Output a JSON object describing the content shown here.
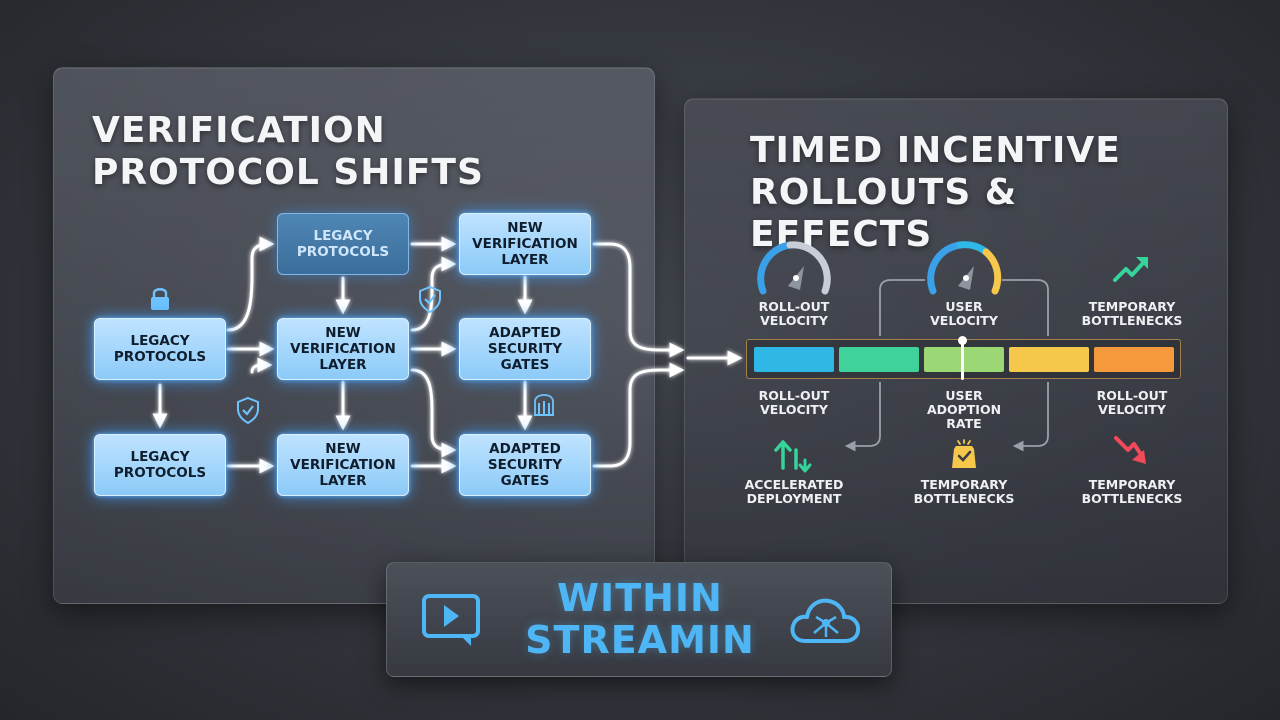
{
  "left": {
    "title": [
      "VERIFICATION",
      "PROTOCOL SHIFTS"
    ],
    "boxes": {
      "top_legacy": [
        "LEGACY",
        "PROTOCOLS"
      ],
      "top_new": [
        "NEW",
        "VERIFICATION",
        "LAYER"
      ],
      "mid_legacy": [
        "LEGACY",
        "PROTOCOLS"
      ],
      "mid_new": [
        "NEW",
        "VERIFICATION",
        "LAYER"
      ],
      "mid_gates": [
        "ADAPTED",
        "SECURITY",
        "GATES"
      ],
      "bot_legacy": [
        "LEGACY",
        "PROTOCOLS"
      ],
      "bot_new": [
        "NEW",
        "VERIFICATION",
        "LAYER"
      ],
      "bot_gates": [
        "ADAPTED",
        "SECURITY",
        "GATES"
      ]
    }
  },
  "right": {
    "title": [
      "TIMED INCENTIVE",
      "ROLLOUTS & EFFECTS"
    ],
    "top_labels": {
      "rollout": [
        "ROLL-OUT",
        "VELOCITY"
      ],
      "user": [
        "USER",
        "VELOCITY"
      ],
      "bottlenecks": [
        "TEMPORARY",
        "BOTTLENECKS"
      ]
    },
    "mid_labels": {
      "left": [
        "ROLL-OUT",
        "VELOCITY"
      ],
      "center": [
        "USER",
        "ADOPTION",
        "RATE"
      ],
      "right": [
        "ROLL-OUT",
        "VELOCITY"
      ]
    },
    "bottom_labels": {
      "left": [
        "ACCELERATED",
        "DEPLOYMENT"
      ],
      "center": [
        "TEMPORARY",
        "BOTTLENECKS"
      ],
      "right": [
        "TEMPORARY",
        "BOTTLENECKS"
      ]
    },
    "segment_colors": [
      "#2fb7e6",
      "#3fd29a",
      "#9bd774",
      "#f5c84c",
      "#f59a3c"
    ]
  },
  "brand": {
    "lines": [
      "WITHIN",
      "STREAMIN"
    ]
  },
  "colors": {
    "accent_blue": "#4fb6f5",
    "glow_blue": "#40a0ff",
    "up_green": "#35d49a",
    "down_red": "#f24a5a",
    "badge_yellow": "#f5c84c"
  }
}
